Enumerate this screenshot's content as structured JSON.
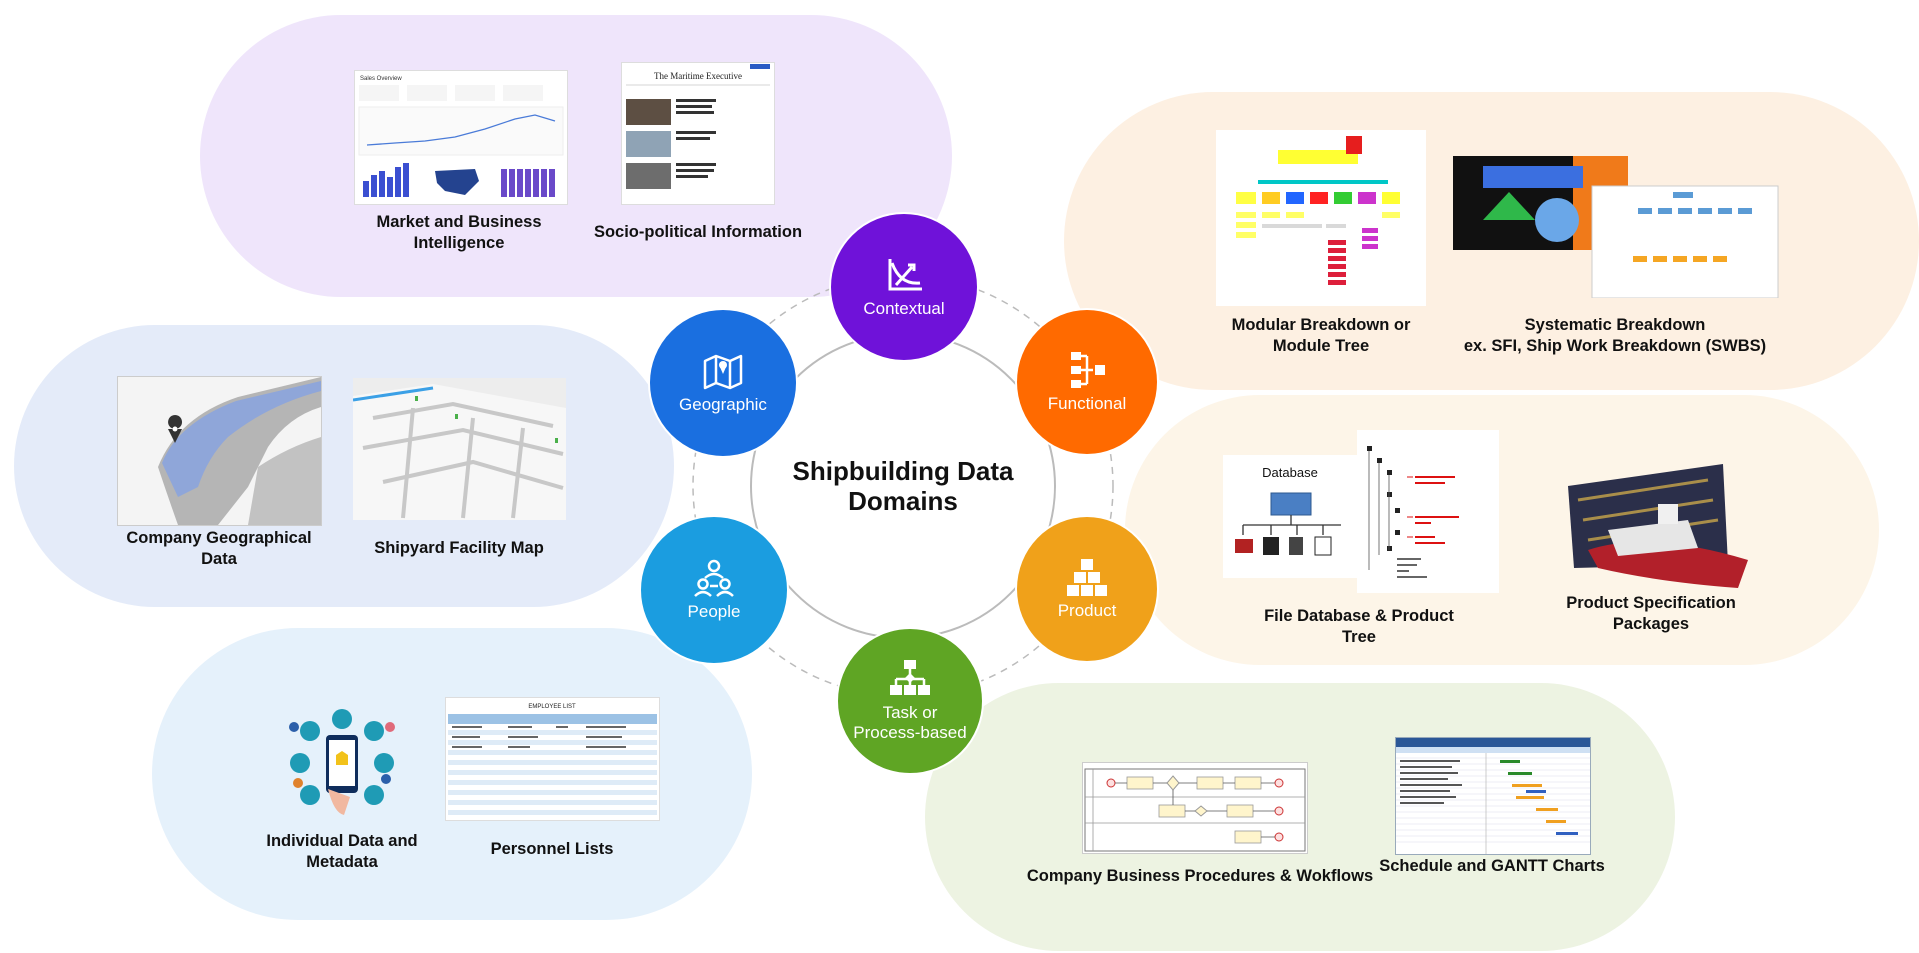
{
  "center": {
    "title": "Shipbuilding Data Domains"
  },
  "domains": {
    "contextual": {
      "label": "Contextual",
      "color": "#6f12d9",
      "icon": "chart-axes-icon"
    },
    "functional": {
      "label": "Functional",
      "color": "#ff6a00",
      "icon": "hierarchy-icon"
    },
    "product": {
      "label": "Product",
      "color": "#f0a11a",
      "icon": "stacked-boxes-icon"
    },
    "task": {
      "label": "Task or\nProcess-based",
      "color": "#5fa524",
      "icon": "flowchart-icon"
    },
    "people": {
      "label": "People",
      "color": "#1b9de0",
      "icon": "people-icon"
    },
    "geographic": {
      "label": "Geographic",
      "color": "#1a6fe0",
      "icon": "map-icon"
    }
  },
  "items": {
    "market": "Market and Business Intelligence",
    "sociopolitical": "Socio-political Information",
    "modular": "Modular Breakdown or Module Tree",
    "systematic_line1": "Systematic Breakdown",
    "systematic_line2": "ex. SFI, Ship Work Breakdown (SWBS)",
    "filedb": "File Database & Product Tree",
    "productspec": "Product Specification Packages",
    "procedures": "Company Business Procedures & Wokflows",
    "gantt": "Schedule and GANTT Charts",
    "individual": "Individual Data and Metadata",
    "personnel": "Personnel Lists",
    "companygeo": "Company Geographical Data",
    "facilitymap": "Shipyard Facility Map"
  },
  "thumbs": {
    "sales_title": "Sales Overview",
    "maritime_masthead": "The Maritime Executive",
    "database_label": "Database",
    "employee_list_title": "EMPLOYEE LIST"
  }
}
